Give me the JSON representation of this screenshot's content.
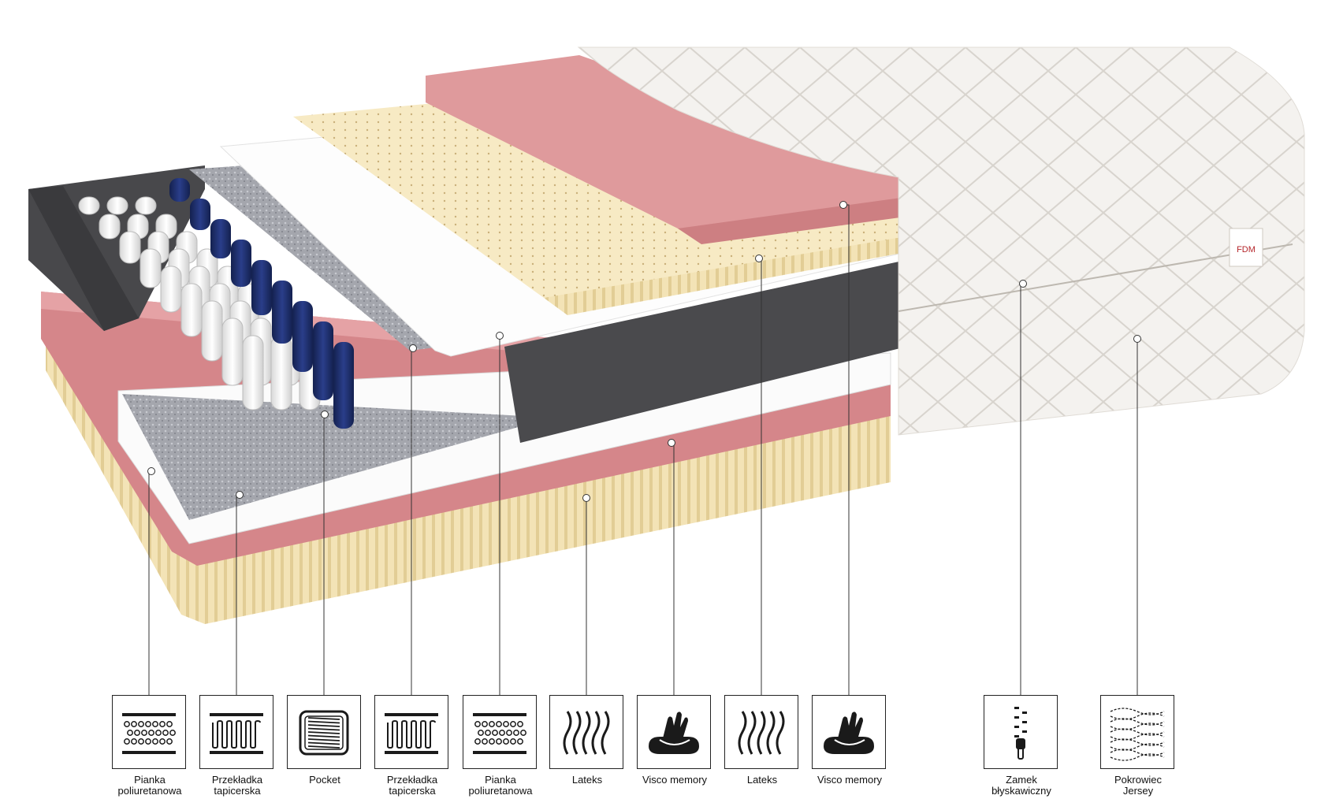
{
  "brand": {
    "logo_text": "FDM"
  },
  "colors": {
    "dark_foam": "#4a4a4c",
    "pink_foam": "#d7898c",
    "latex": "#f4e4b8",
    "white_foam": "#f7f7f7",
    "felt": "#9a9ca3",
    "pocket_springs": "#f0f0f0",
    "blue_springs": "#1f2f6e",
    "cover": "#f3f1ee"
  },
  "legend": [
    {
      "id": "pianka-1",
      "label_lines": [
        "Pianka",
        "poliuretanowa"
      ],
      "icon": "foam-icon"
    },
    {
      "id": "przekladka-1",
      "label_lines": [
        "Przekładka",
        "tapicerska"
      ],
      "icon": "upholstery-wave-icon"
    },
    {
      "id": "pocket",
      "label_lines": [
        "Pocket"
      ],
      "icon": "pocket-spring-icon"
    },
    {
      "id": "przekladka-2",
      "label_lines": [
        "Przekładka",
        "tapicerska"
      ],
      "icon": "upholstery-wave-icon"
    },
    {
      "id": "pianka-2",
      "label_lines": [
        "Pianka",
        "poliuretanowa"
      ],
      "icon": "foam-icon"
    },
    {
      "id": "lateks-1",
      "label_lines": [
        "Lateks"
      ],
      "icon": "latex-waves-icon"
    },
    {
      "id": "visco-1",
      "label_lines": [
        "Visco memory"
      ],
      "icon": "visco-hand-icon"
    },
    {
      "id": "lateks-2",
      "label_lines": [
        "Lateks"
      ],
      "icon": "latex-waves-icon"
    },
    {
      "id": "visco-2",
      "label_lines": [
        "Visco memory"
      ],
      "icon": "visco-hand-icon"
    },
    {
      "id": "zamek",
      "label_lines": [
        "Zamek",
        "błyskawiczny"
      ],
      "icon": "zipper-icon"
    },
    {
      "id": "pokrowiec",
      "label_lines": [
        "Pokrowiec",
        "Jersey"
      ],
      "icon": "jersey-quilt-icon"
    }
  ]
}
